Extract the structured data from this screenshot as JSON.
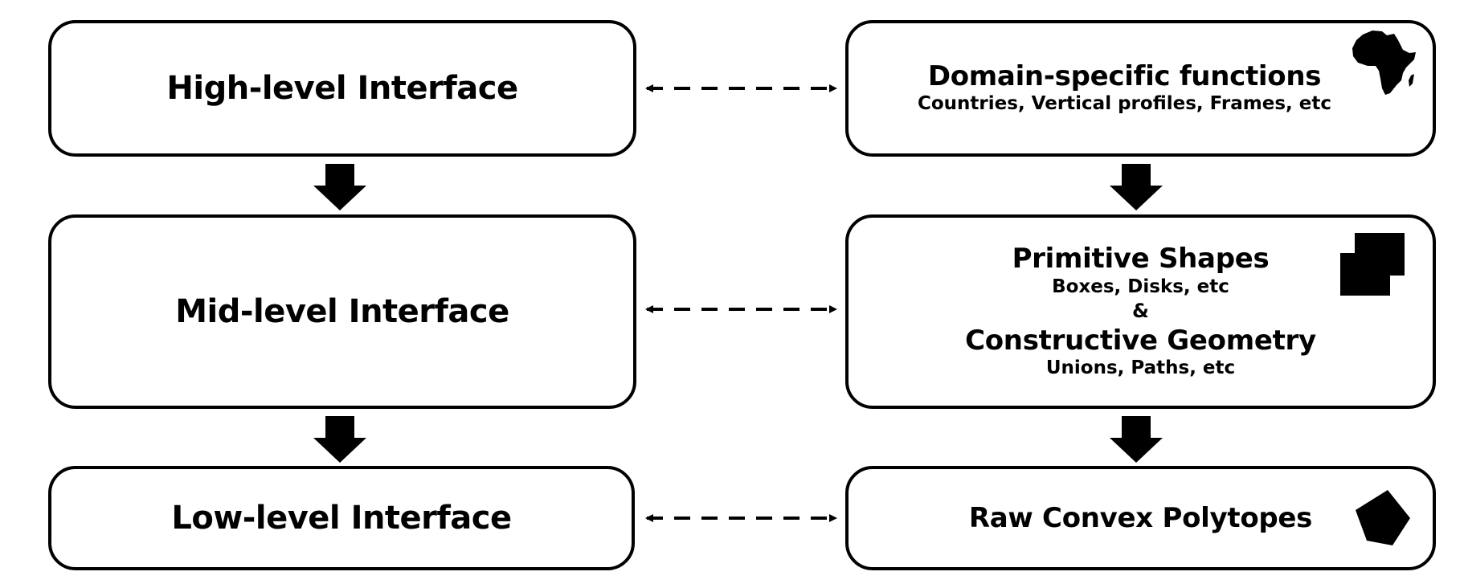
{
  "diagram": {
    "left_column": {
      "high_level": {
        "label": "High-level Interface"
      },
      "mid_level": {
        "label": "Mid-level Interface"
      },
      "low_level": {
        "label": "Low-level Interface"
      }
    },
    "right_column": {
      "domain_specific": {
        "title": "Domain-specific functions",
        "subtitle": "Countries, Vertical profiles, Frames, etc",
        "icon": "africa-map-icon"
      },
      "primitive_shapes": {
        "title": "Primitive Shapes",
        "subtitle": "Boxes, Disks, etc",
        "connector": "&",
        "title2": "Constructive Geometry",
        "subtitle2": "Unions, Paths, etc",
        "icon": "overlapping-squares-icon"
      },
      "raw_polytopes": {
        "title": "Raw Convex Polytopes",
        "icon": "pentagon-icon"
      }
    },
    "colors": {
      "stroke": "#000000",
      "fill": "#ffffff"
    }
  }
}
